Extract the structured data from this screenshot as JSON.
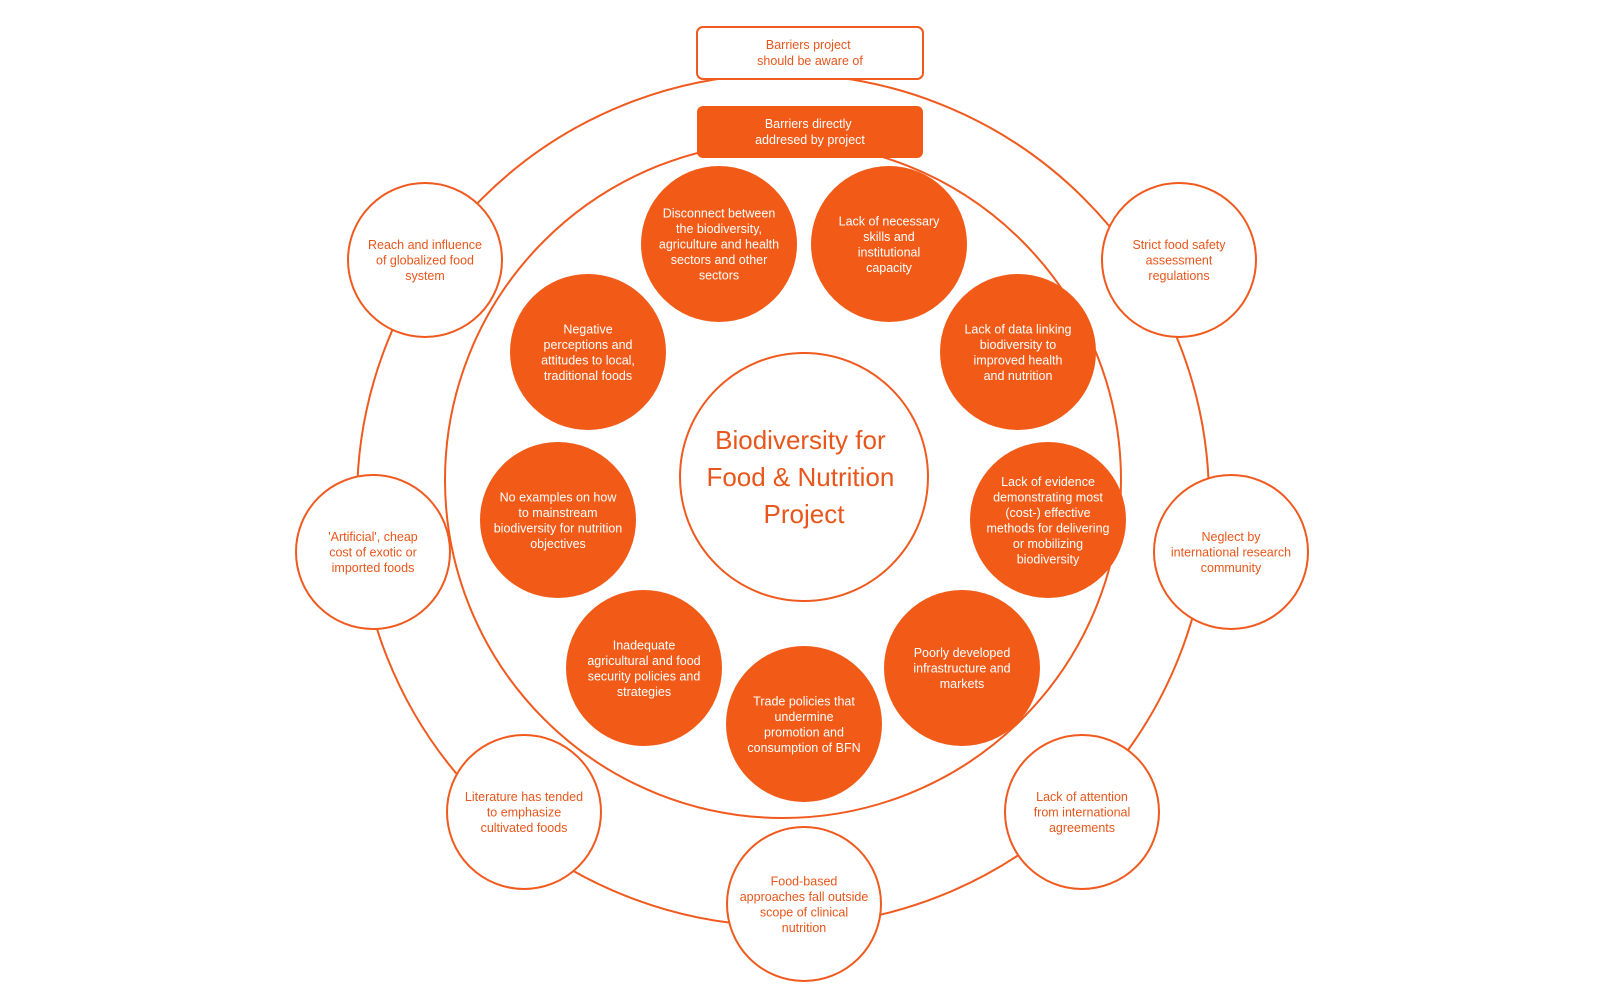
{
  "legend": {
    "outer_label_lines": [
      "Barriers project",
      "should be aware of"
    ],
    "inner_label_lines": [
      "Barriers directly",
      "addresed by project"
    ]
  },
  "center": {
    "lines": [
      "Biodiversity for",
      "Food & Nutrition",
      "Project"
    ]
  },
  "inner_barriers": [
    {
      "lines": [
        "Disconnect between",
        "the biodiversity,",
        "agriculture and health",
        "sectors and other",
        "sectors"
      ]
    },
    {
      "lines": [
        "Lack of necessary",
        "skills and",
        "institutional",
        "capacity"
      ]
    },
    {
      "lines": [
        "Lack of data linking",
        "biodiversity to",
        "improved health",
        "and nutrition"
      ]
    },
    {
      "lines": [
        "Lack of evidence",
        "demonstrating most",
        "(cost-) effective",
        "methods for delivering",
        "or mobilizing",
        "biodiversity"
      ]
    },
    {
      "lines": [
        "Poorly developed",
        "infrastructure and",
        "markets"
      ]
    },
    {
      "lines": [
        "Trade policies that",
        "undermine",
        "promotion and",
        "consumption of BFN"
      ]
    },
    {
      "lines": [
        "Inadequate",
        "agricultural and food",
        "security policies and",
        "strategies"
      ]
    },
    {
      "lines": [
        "No examples on how",
        "to mainstream",
        "biodiversity for nutrition",
        "objectives"
      ]
    },
    {
      "lines": [
        "Negative",
        "perceptions and",
        "attitudes to local,",
        "traditional foods"
      ]
    }
  ],
  "outer_barriers": [
    {
      "lines": [
        "Strict food safety",
        "assessment",
        "regulations"
      ]
    },
    {
      "lines": [
        "Neglect by",
        "international research",
        "community"
      ]
    },
    {
      "lines": [
        "Lack of attention",
        "from international",
        "agreements"
      ]
    },
    {
      "lines": [
        "Food-based",
        "approaches fall outside",
        "scope of clinical",
        "nutrition"
      ]
    },
    {
      "lines": [
        "Literature has tended",
        "to emphasize",
        "cultivated foods"
      ]
    },
    {
      "lines": [
        "'Artificial', cheap",
        "cost of exotic or",
        "imported foods"
      ]
    },
    {
      "lines": [
        "Reach and influence",
        "of globalized food",
        "system"
      ]
    }
  ],
  "colors": {
    "accent": "#F25A17",
    "accent_text": "#E8561B",
    "background": "#FFFFFF"
  }
}
